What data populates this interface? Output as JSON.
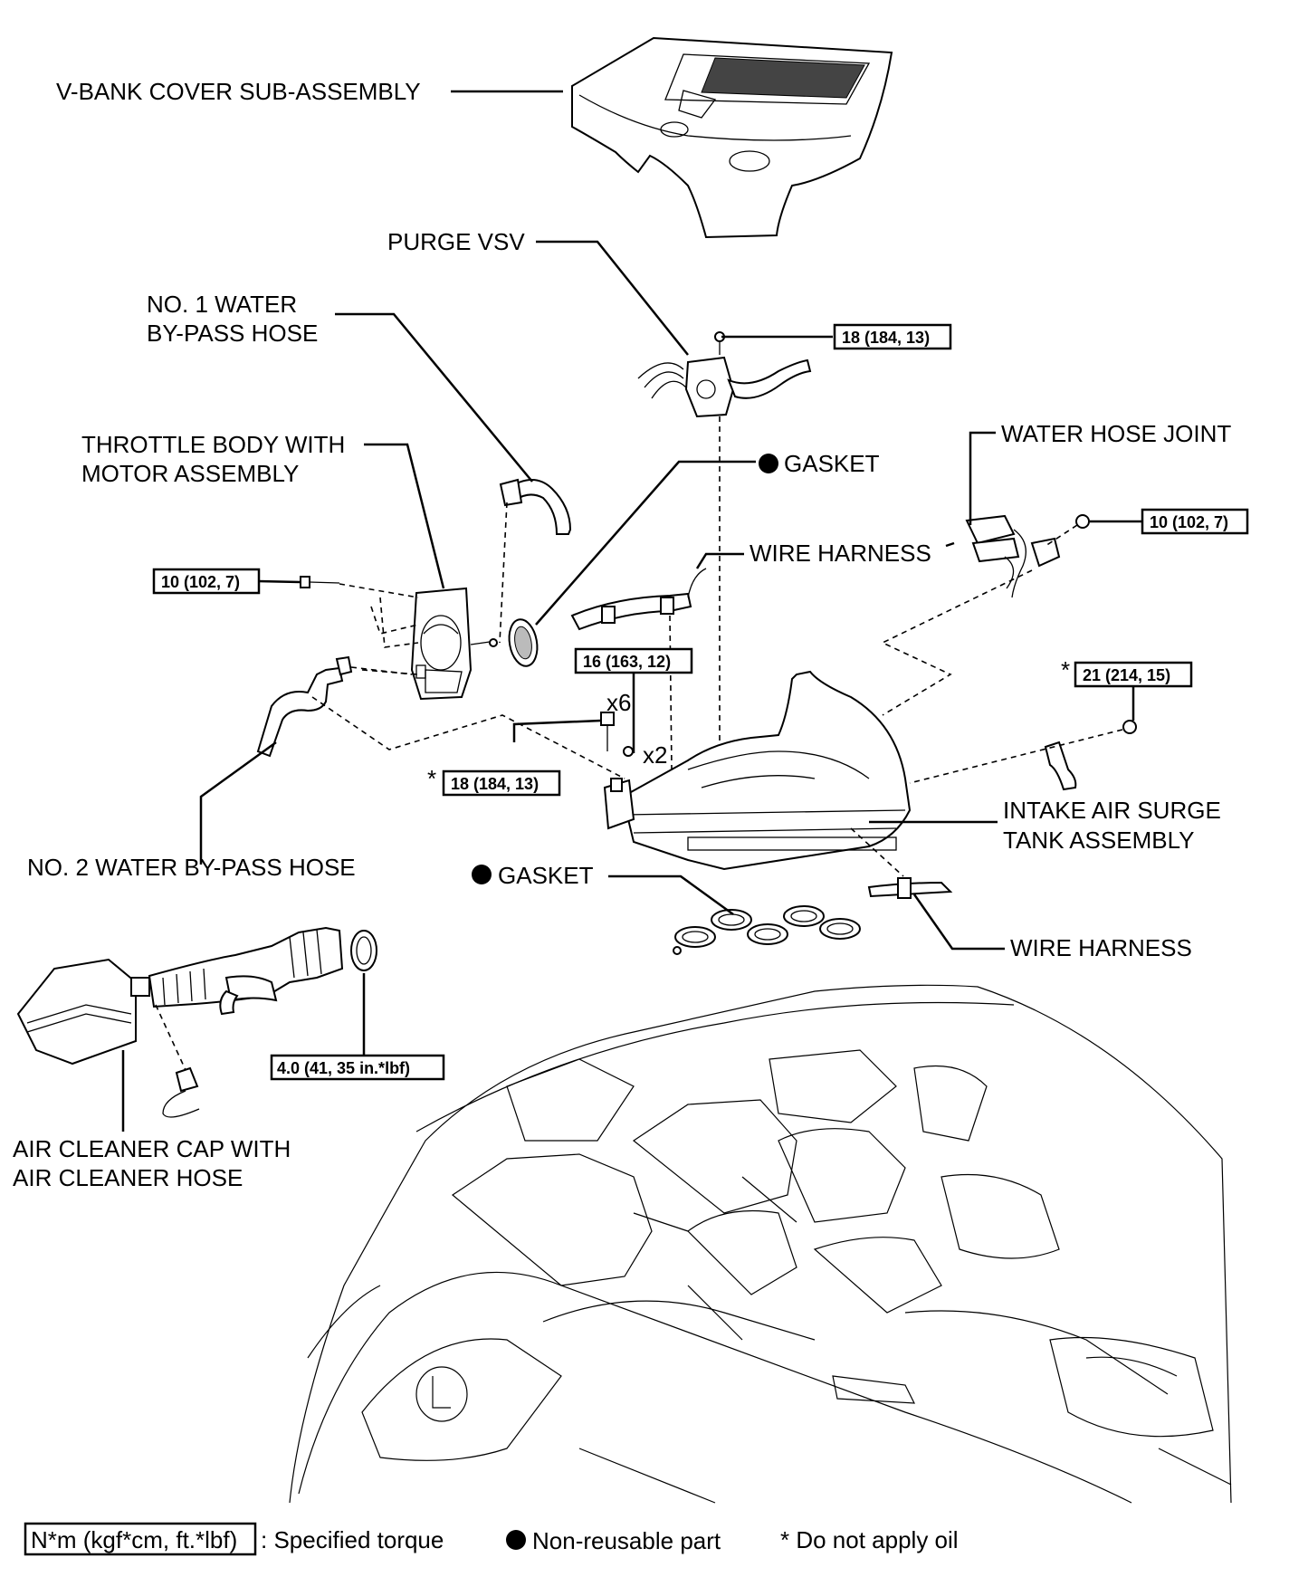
{
  "labels": {
    "v_bank_cover": "V-BANK COVER SUB-ASSEMBLY",
    "purge_vsv": "PURGE VSV",
    "no1_water_hose_l1": "NO. 1 WATER",
    "no1_water_hose_l2": "BY-PASS HOSE",
    "throttle_body_l1": "THROTTLE BODY WITH",
    "throttle_body_l2": "MOTOR ASSEMBLY",
    "gasket_top": "GASKET",
    "water_hose_joint": "WATER HOSE JOINT",
    "wire_harness_top": "WIRE HARNESS",
    "no2_water_hose": "NO. 2 WATER BY-PASS HOSE",
    "intake_surge_l1": "INTAKE AIR SURGE",
    "intake_surge_l2": "TANK ASSEMBLY",
    "gasket_bottom": "GASKET",
    "wire_harness_bottom": "WIRE HARNESS",
    "air_cleaner_l1": "AIR CLEANER CAP WITH",
    "air_cleaner_l2": "AIR CLEANER HOSE"
  },
  "torques": {
    "purge_vsv_bolt": "18 (184, 13)",
    "water_joint_bolt": "10 (102, 7)",
    "throttle_bolt": "10 (102, 7)",
    "manifold_nut": "16 (163, 12)",
    "bracket_bolt": "21 (214, 15)",
    "surge_tank_bolt": "18 (184, 13)",
    "hose_clamp": "4.0 (41, 35 in.*lbf)"
  },
  "markers": {
    "asterisk": "*",
    "qty_x6": "x6",
    "qty_x2": "x2"
  },
  "legend": {
    "torque_unit": "N*m (kgf*cm, ft.*lbf)",
    "torque_desc": ": Specified torque",
    "nonreusable": "Non-reusable part",
    "no_oil": "* Do not apply oil"
  }
}
